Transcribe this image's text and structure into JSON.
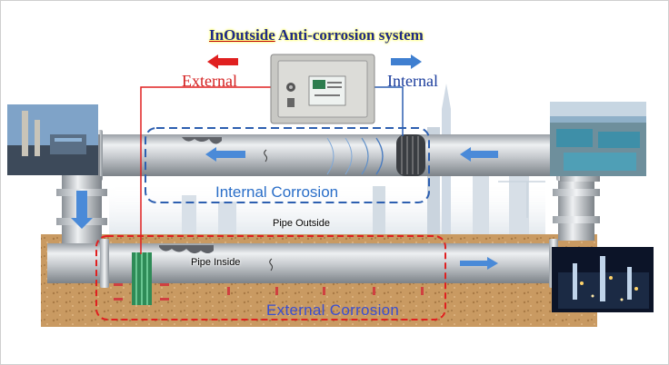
{
  "title": {
    "part1": "InOutside",
    "part2": " Anti-corrosion system"
  },
  "labels": {
    "external": "External",
    "internal": "Internal",
    "internal_corrosion": "Internal Corrosion",
    "external_corrosion": "External Corrosion",
    "pipe_outside": "Pipe Outside",
    "pipe_inside": "Pipe Inside"
  },
  "colors": {
    "external_arrow": "#e02020",
    "internal_arrow": "#3f7fd0",
    "flow_arrow": "#4a8ad8",
    "soil": "#c99a62",
    "pipe": "#d0d4d8",
    "internal_zone_border": "#2d5fb0",
    "external_zone_border": "#e02020"
  },
  "icons": [
    "control-panel-icon",
    "anode-icon",
    "power-plant-photo",
    "water-plant-photo",
    "refinery-photo"
  ]
}
